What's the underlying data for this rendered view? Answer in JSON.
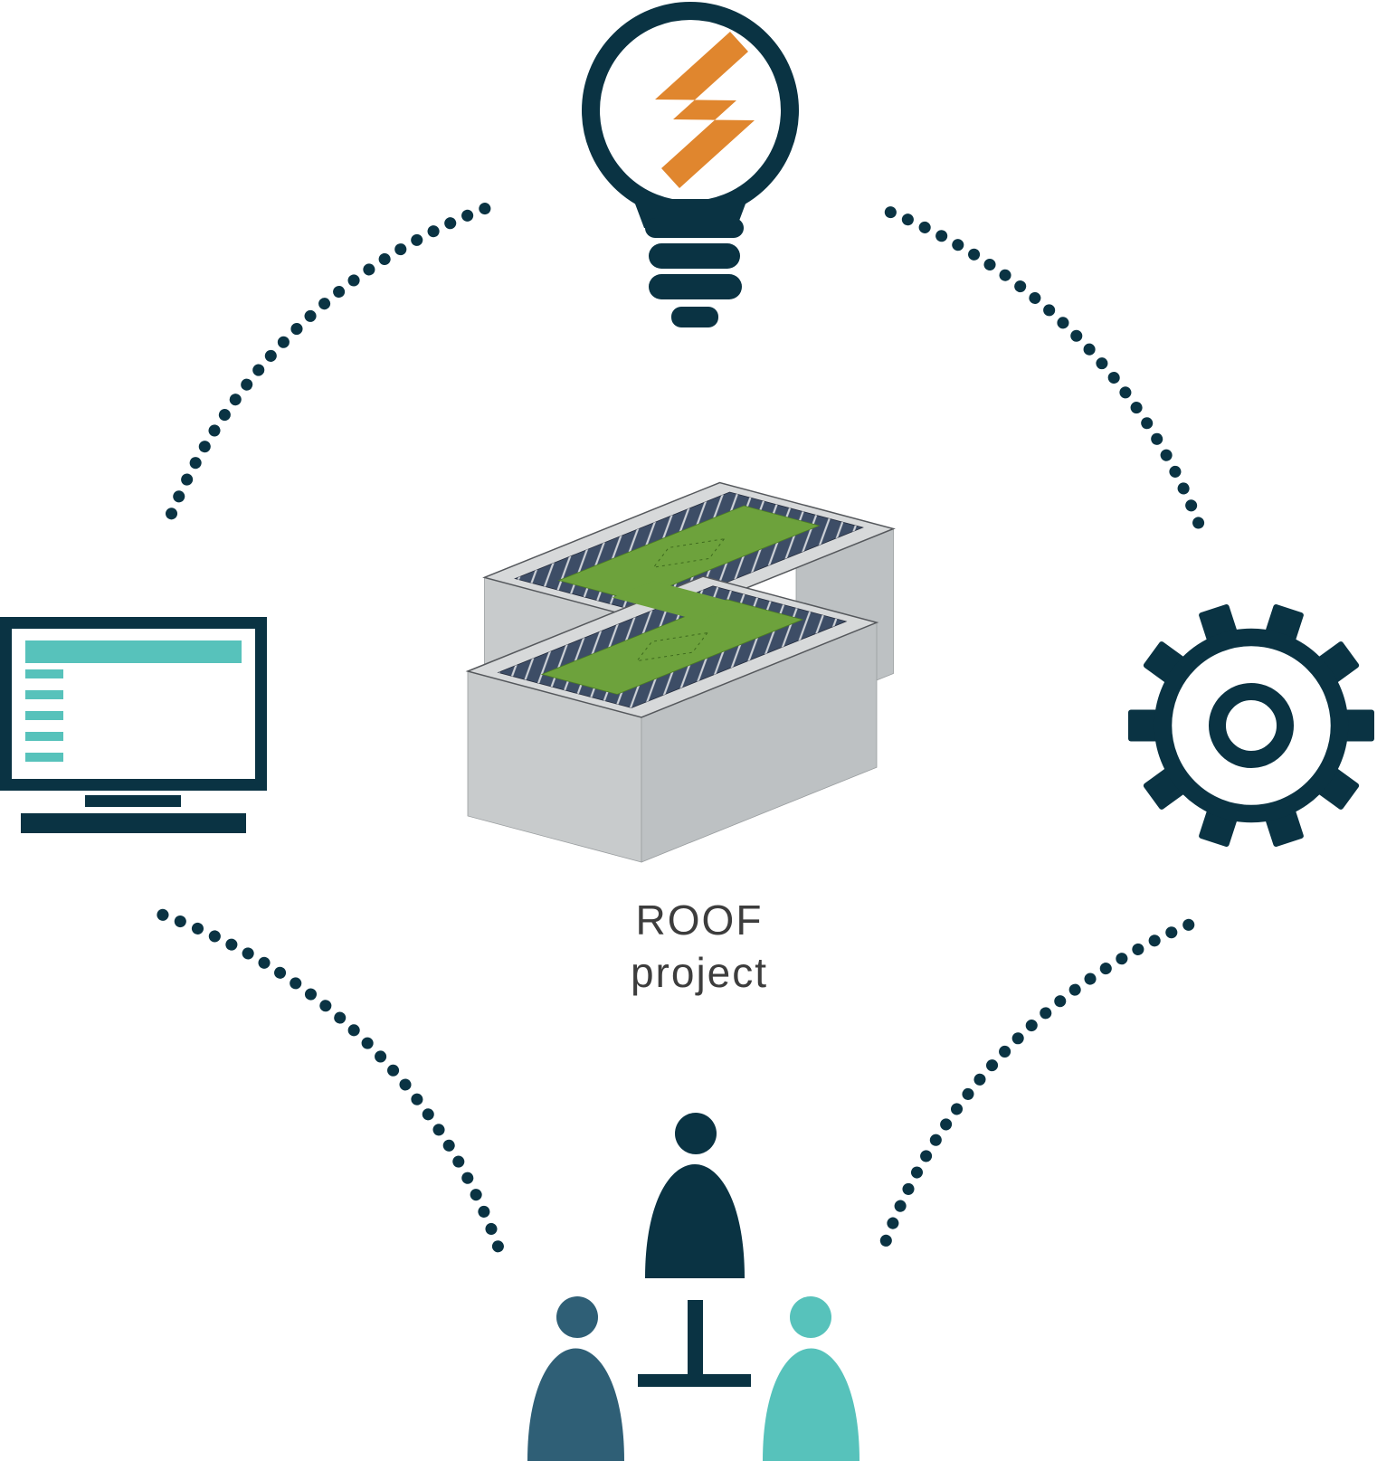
{
  "title": {
    "line1": "ROOF",
    "line2": "project"
  },
  "icons": {
    "top": "energy-lightbulb",
    "left": "computer-monitor",
    "right": "gear",
    "bottom": "people-meeting"
  },
  "center_illustration": "green-roof-building-with-solar-panels",
  "colors": {
    "navy": "#0a3343",
    "orange": "#e0862e",
    "teal": "#57c2bb",
    "steelblue": "#2f5f76",
    "green": "#6da23c",
    "greenline": "#3e6a1e",
    "panelblue": "#3d4d66",
    "silver": "#d7d9da",
    "walllight": "#c8cbcc",
    "walldark": "#bdc1c3",
    "stripe": "#cdd1d7",
    "textcolor": "#3d3d3d"
  }
}
